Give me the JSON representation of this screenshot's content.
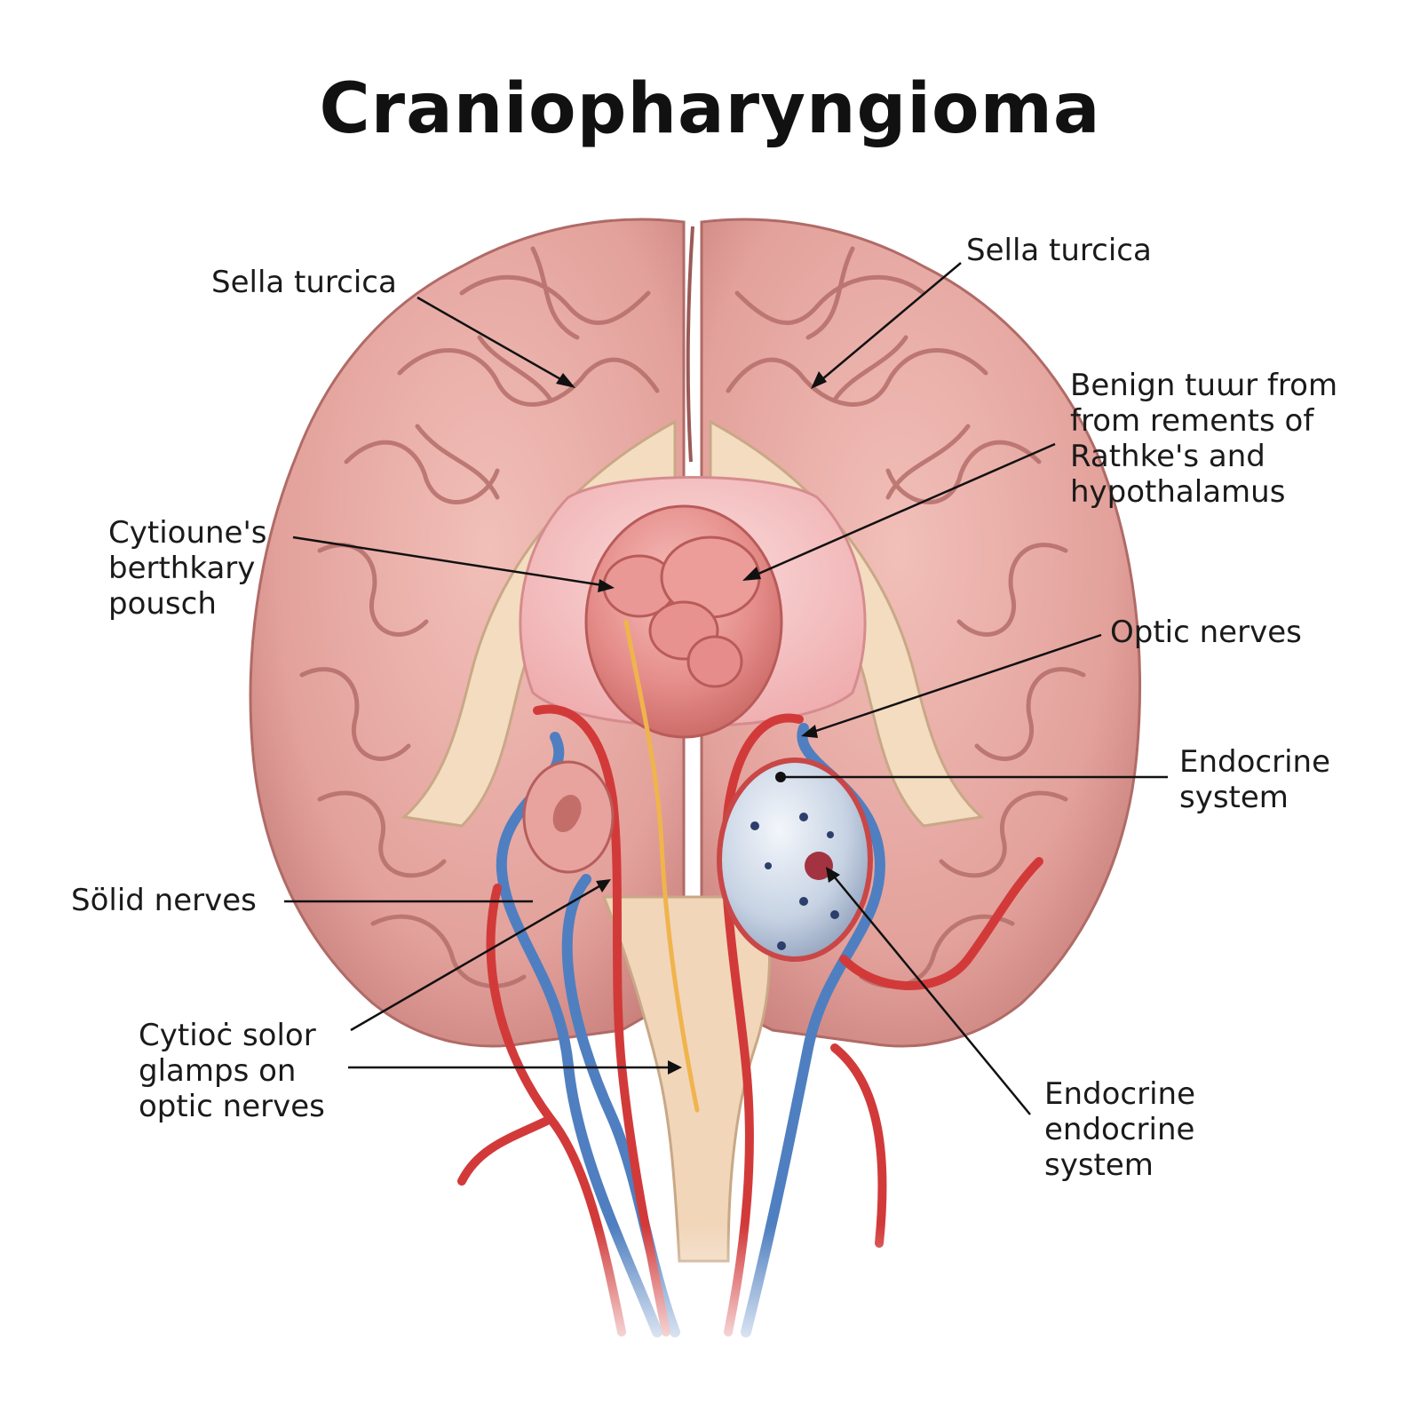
{
  "title": "Craniopharyngioma",
  "labels": {
    "sella_left": "Sella turcica",
    "sella_right": "Sella turcica",
    "benign": [
      "Benign tuɯr from",
      "from rements of",
      "Rathke's and",
      "hypothalamus"
    ],
    "cytioune": [
      "Cytioune's",
      "berthkary",
      "pousch"
    ],
    "optic_nerves": "Optic nerves",
    "endocrine_system": [
      "Endocrine",
      "system"
    ],
    "solid_nerves": "Sölid nerves",
    "cytioc": [
      "Cytioċ solor",
      "glamps on",
      "optic nerves"
    ],
    "endocrine_endocrine": [
      "Endocrine",
      "endocrine",
      "system"
    ]
  },
  "colors": {
    "brain": "#e8a9a3",
    "brain_dark": "#b96d6a",
    "bone": "#f3dcc0",
    "artery": "#d23a3a",
    "vein": "#4f7fc0",
    "tumor": "#e38b88",
    "cyst": "#c9d4e4"
  }
}
